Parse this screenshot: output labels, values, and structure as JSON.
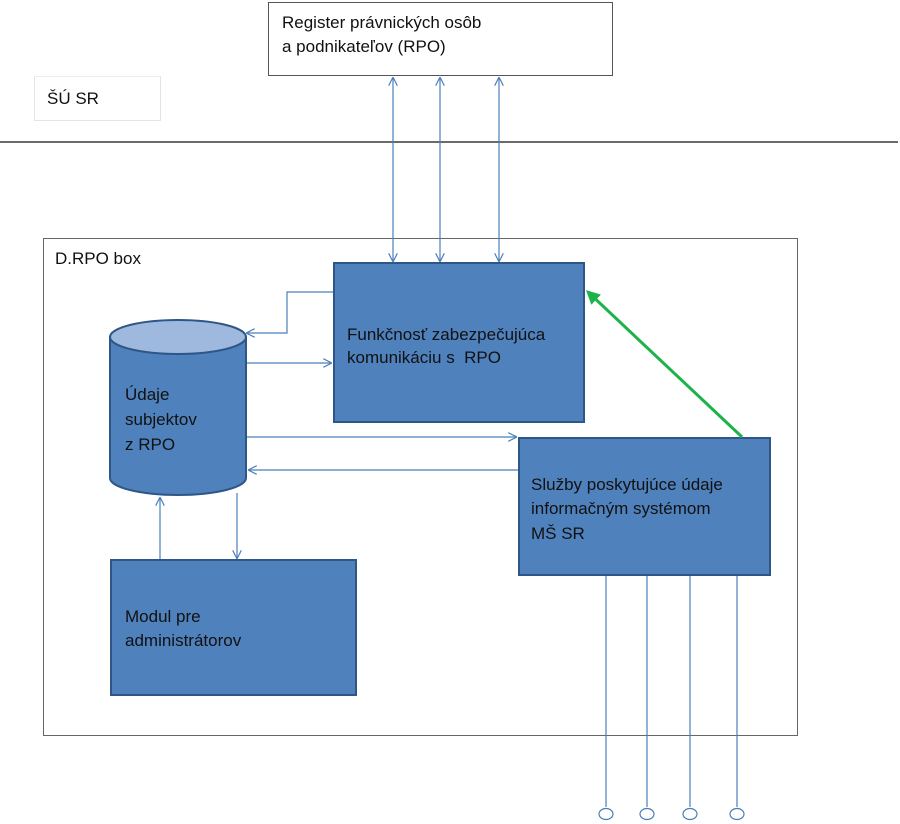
{
  "external_register": {
    "line1": "Register právnických osôb",
    "line2": "a podnikateľov (RPO)"
  },
  "su_sr": {
    "label": "ŠÚ SR"
  },
  "drpo_box": {
    "label": "D.RPO box"
  },
  "functionality_box": {
    "line1": "Funkčnosť zabezpečujúca",
    "line2": "komunikáciu s  RPO"
  },
  "database": {
    "line1": "Údaje",
    "line2": "subjektov",
    "line3": "z RPO"
  },
  "services_box": {
    "line1": "Služby poskytujúce údaje",
    "line2": "informačným systémom",
    "line3": "MŠ SR"
  },
  "admin_module": {
    "line1": "Modul pre",
    "line2": "administrátorov"
  },
  "colors": {
    "box_fill": "#4f81bd",
    "box_border": "#2e5787",
    "connector": "#4a7ebb",
    "highlight_arrow": "#1db24a",
    "db_top": "#9fb8dd"
  }
}
